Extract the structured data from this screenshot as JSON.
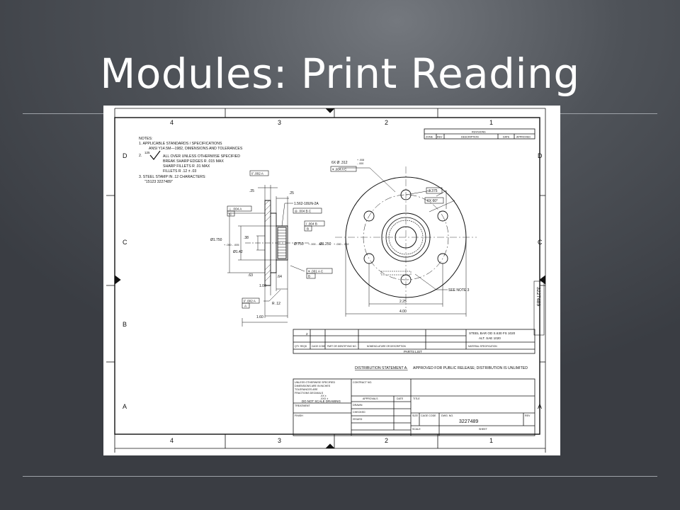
{
  "slide": {
    "title": "Modules: Print Reading"
  },
  "drawing": {
    "zone_columns_top": [
      "4",
      "3",
      "2",
      "1"
    ],
    "zone_columns_bottom": [
      "4",
      "3",
      "2",
      "1"
    ],
    "zone_rows_left": [
      "D",
      "C",
      "B",
      "A"
    ],
    "zone_rows_right": [
      "D",
      "C",
      "A"
    ],
    "notes": {
      "heading": "NOTES:",
      "n1": "1.  APPLICABLE STANDARDS / SPECIFICATIONS",
      "n1b": "ANSI  Y14.5M—1982,  DIMENSIONS  AND  TOLERANCES",
      "n2_num": "2.",
      "n2_sym": "125",
      "n2": "ALL OVER UNLESS OTHERWISE SPECIFIED",
      "n2a": "BREAK SHARP EDGES  R .015 MAX",
      "n2b": "SHARP FILLETS        R .01 MAX",
      "n2c": "FILLETS                  R .12 ± .03",
      "n3": "3.  STEEL STAMP IN .12 CHARACTERS:",
      "n3b": "\"15123 3227489\""
    },
    "revisions": {
      "heading": "REVISIONS",
      "cols": [
        "ZONE",
        "REV",
        "DESCRIPTION",
        "DATE",
        "APPROVED"
      ]
    },
    "side_number": "3227489",
    "dims": {
      "hole_pattern": "6X  Ø .312",
      "hole_tol_up": "+ .008",
      "hole_tol_dn": "- .000",
      "bolt_circle": "3.375",
      "angle": "6X 60°",
      "thread": "1.562-18UN-2A",
      "width_225": "2.25",
      "width_400": "4.00",
      "see_note": "SEE NOTE 3",
      "d1750": "Ø1.750",
      "d1750_tol": "+ .000  - .005",
      "d142": "Ø1.42",
      "d0750": "Ø.750",
      "d0750_tol": "+ .000  - .002",
      "d1250": "Ø1.250",
      "d1250_tol": "+ .000  - .002",
      "r12": "R .12",
      "d25a": ".25",
      "d25b": ".25",
      "d38": ".38",
      "d63": ".63",
      "d64": ".64",
      "d100": "1.00",
      "d160": "1.60",
      "fc1": "// .002 A",
      "fc2": "⊥ .004 A",
      "fc3": "◎ .004 B  C",
      "fc4": "/ .004 B",
      "fc5": "⌖ .004 A C",
      "fc6": "⌖ .001 A C",
      "datum_a": "A",
      "datum_b": "B",
      "datum_c": "C"
    },
    "parts_list": {
      "item": "2",
      "material_line1": "STEEL BAR OD  S.630 FS 1020",
      "material_line2": "ALT.  SAE 1020",
      "cols": [
        "QTY. REQD",
        "CAGE CODE",
        "PART OR IDENTIFYING NO.",
        "NOMENCLATURE OR DESCRIPTION",
        "MATERIAL SPECIFICATION"
      ],
      "title": "PARTS LIST"
    },
    "distribution": {
      "label": "DISTRIBUTION STATEMENT A.",
      "text": "APPROVED FOR PUBLIC RELEASE;  DISTRIBUTION IS UNLIMITED"
    },
    "title_block": {
      "unless": "UNLESS OTHERWISE SPECIFIED",
      "dims_in": "DIMENSIONS ARE IN INCHES",
      "tolerances": "TOLERANCES ARE",
      "fractions": "FRACTIONS    DECIMALS",
      "dec2": ".XX ±",
      "dec3": ".XXX ±",
      "do_not_scale": "DO NOT SCALE DRAWING",
      "treatment": "TREATMENT",
      "finish": "FINISH",
      "contract": "CONTRACT NO.",
      "approvals": "APPROVALS",
      "date": "DATE",
      "drawn": "DRAWN",
      "checked": "CHECKED",
      "issued": "ISSUED",
      "title": "TITLE",
      "size": "SIZE",
      "cage": "CAGE CODE",
      "dwg_no": "DWG. NO.",
      "dwg_value": "3227489",
      "rev": "REV",
      "scale": "SCALE",
      "sheet": "SHEET"
    }
  }
}
